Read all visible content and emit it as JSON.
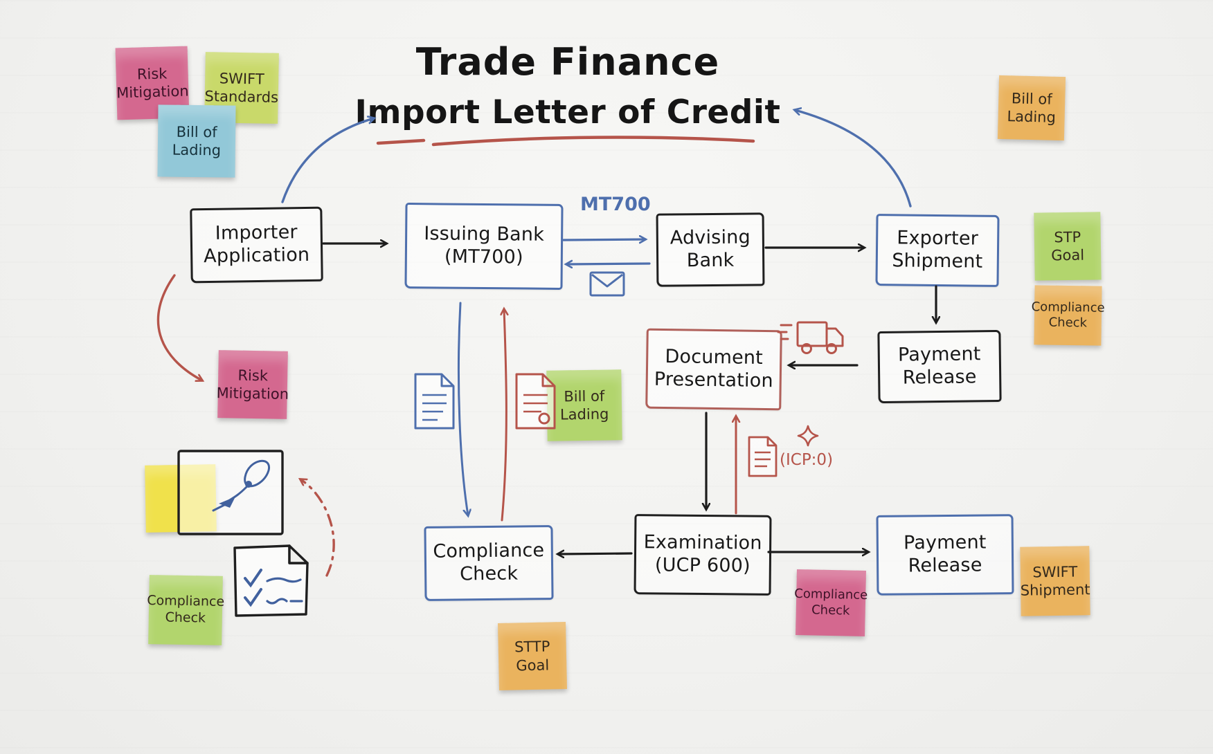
{
  "title": {
    "line1": "Trade Finance",
    "line2": "Import Letter of Credit"
  },
  "labels": {
    "mt700": "MT700",
    "icp": "(ICP:0)"
  },
  "nodes": {
    "importer_application": {
      "label": "Importer\nApplication",
      "border": "black"
    },
    "issuing_bank": {
      "label": "Issuing Bank\n(MT700)",
      "border": "blue"
    },
    "advising_bank": {
      "label": "Advising\nBank",
      "border": "black"
    },
    "exporter_shipment": {
      "label": "Exporter\nShipment",
      "border": "blue"
    },
    "payment_release_right": {
      "label": "Payment\nRelease",
      "border": "black"
    },
    "document_presentation": {
      "label": "Document\nPresentation",
      "border": "red"
    },
    "compliance_check": {
      "label": "Compliance\nCheck",
      "border": "blue"
    },
    "examination": {
      "label": "Examination\n(UCP 600)",
      "border": "black"
    },
    "payment_release_bottom": {
      "label": "Payment\nRelease",
      "border": "blue"
    }
  },
  "stickies": {
    "risk_mitigation_top_left": {
      "text": "Risk\nMitigation",
      "color": "pink"
    },
    "swift_standards": {
      "text": "SWIFT\nStandards",
      "color": "yellowgreen"
    },
    "bill_of_lading_top_left": {
      "text": "Bill of\nLading",
      "color": "blue"
    },
    "bill_of_lading_top_right": {
      "text": "Bill of\nLading",
      "color": "orange"
    },
    "stp_goal": {
      "text": "STP\nGoal",
      "color": "green"
    },
    "compliance_check_right": {
      "text": "Compliance\nCheck",
      "color": "orange"
    },
    "risk_mitigation_mid": {
      "text": "Risk\nMitigation",
      "color": "pink"
    },
    "bill_of_lading_mid": {
      "text": "Bill of\nLading",
      "color": "green"
    },
    "blank_yellow": {
      "text": "",
      "color": "yellow"
    },
    "compliance_check_bottom_left": {
      "text": "Compliance\nCheck",
      "color": "green"
    },
    "sttp_goal": {
      "text": "STTP\nGoal",
      "color": "orange"
    },
    "compliance_check_bottom_mid": {
      "text": "Compliance\nCheck",
      "color": "pink"
    },
    "swift_shipment": {
      "text": "SWIFT\nShipment",
      "color": "orange"
    }
  },
  "icons": [
    "envelope-icon",
    "document-icon-blue",
    "document-icon-red-sealed",
    "document-icon-red-small",
    "sparkle-icon",
    "truck-icon",
    "pen-signature-icon",
    "checklist-icon"
  ],
  "colors": {
    "sticky_pink": "#d4688f",
    "sticky_yellowgreen": "#c9d96a",
    "sticky_green": "#b2d56d",
    "sticky_blue": "#92c8d8",
    "sticky_orange": "#eab35e",
    "sticky_yellow": "#f0e14b",
    "box_black": "#1f1f1f",
    "box_blue": "#4e6fad",
    "box_red": "#b0605a",
    "arrow_black": "#1c1c1c",
    "arrow_blue": "#4e6fad",
    "arrow_red": "#b5544a",
    "underline_red": "#b5544a"
  }
}
